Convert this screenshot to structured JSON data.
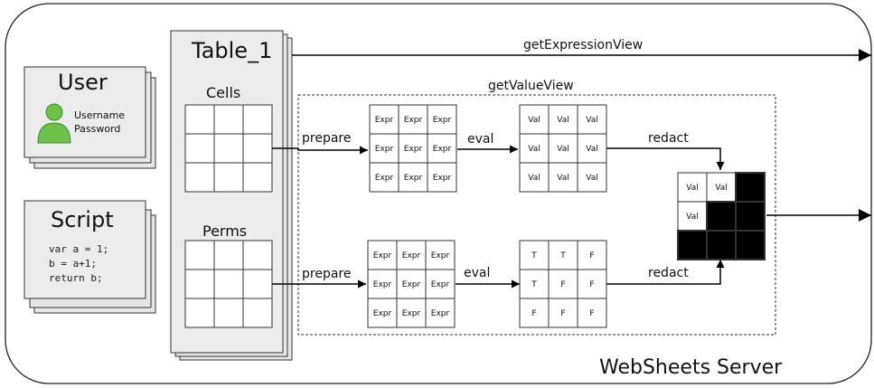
{
  "server": {
    "label": "WebSheets Server"
  },
  "user": {
    "title": "User",
    "lines": [
      "Username",
      "Password"
    ],
    "icon": "user-icon"
  },
  "script": {
    "title": "Script",
    "code": [
      "var a = 1;",
      "b = a+1;",
      "return b;"
    ]
  },
  "table": {
    "title": "Table_1",
    "cells_label": "Cells",
    "perms_label": "Perms"
  },
  "labels": {
    "get_expression_view": "getExpressionView",
    "get_value_view": "getValueView",
    "prepare_top": "prepare",
    "prepare_bottom": "prepare",
    "eval_top": "eval",
    "eval_bottom": "eval",
    "redact_top": "redact",
    "redact_bottom": "redact"
  },
  "grids": {
    "expr_top": [
      "Expr",
      "Expr",
      "Expr",
      "Expr",
      "Expr",
      "Expr",
      "Expr",
      "Expr",
      "Expr"
    ],
    "val_top": [
      "Val",
      "Val",
      "Val",
      "Val",
      "Val",
      "Val",
      "Val",
      "Val",
      "Val"
    ],
    "expr_bottom": [
      "Expr",
      "Expr",
      "Expr",
      "Expr",
      "Expr",
      "Expr",
      "Expr",
      "Expr",
      "Expr"
    ],
    "perm_bottom": [
      "T",
      "T",
      "F",
      "T",
      "F",
      "F",
      "F",
      "F",
      "F"
    ],
    "result": [
      "Val",
      "Val",
      "",
      "Val",
      "",
      "",
      "",
      "",
      ""
    ]
  },
  "colors": {
    "shaded_panel": "#ececec",
    "redacted_cell": "#000000",
    "user_icon": "#6cc24a"
  }
}
